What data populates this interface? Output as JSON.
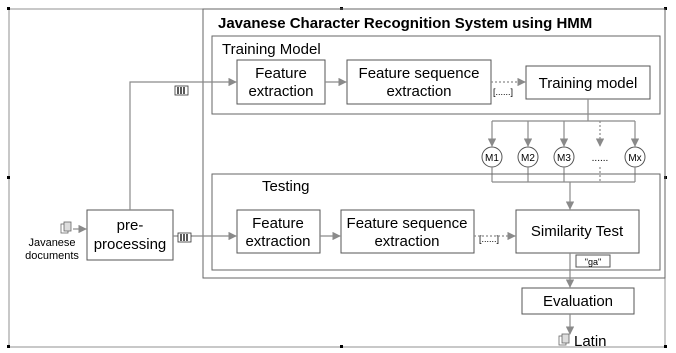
{
  "title": "Javanese Character Recognition System using HMM",
  "training": {
    "label": "Training Model",
    "feature_extraction_line1": "Feature",
    "feature_extraction_line2": "extraction",
    "feature_sequence_line1": "Feature sequence",
    "feature_sequence_line2": "extraction",
    "ellipsis": "[......]",
    "training_model": "Training model"
  },
  "models": [
    "M1",
    "M2",
    "M3",
    "......",
    "Mx"
  ],
  "testing": {
    "label": "Testing",
    "feature_extraction_line1": "Feature",
    "feature_extraction_line2": "extraction",
    "feature_sequence_line1": "Feature sequence",
    "feature_sequence_line2": "extraction",
    "ellipsis": "[......]",
    "similarity_test": "Similarity Test"
  },
  "input": {
    "label_line1": "Javanese",
    "label_line2": "documents"
  },
  "preprocessing": {
    "line1": "pre-",
    "line2": "processing"
  },
  "output_tag": "\"ga\"",
  "evaluation": "Evaluation",
  "latin": "Latin"
}
